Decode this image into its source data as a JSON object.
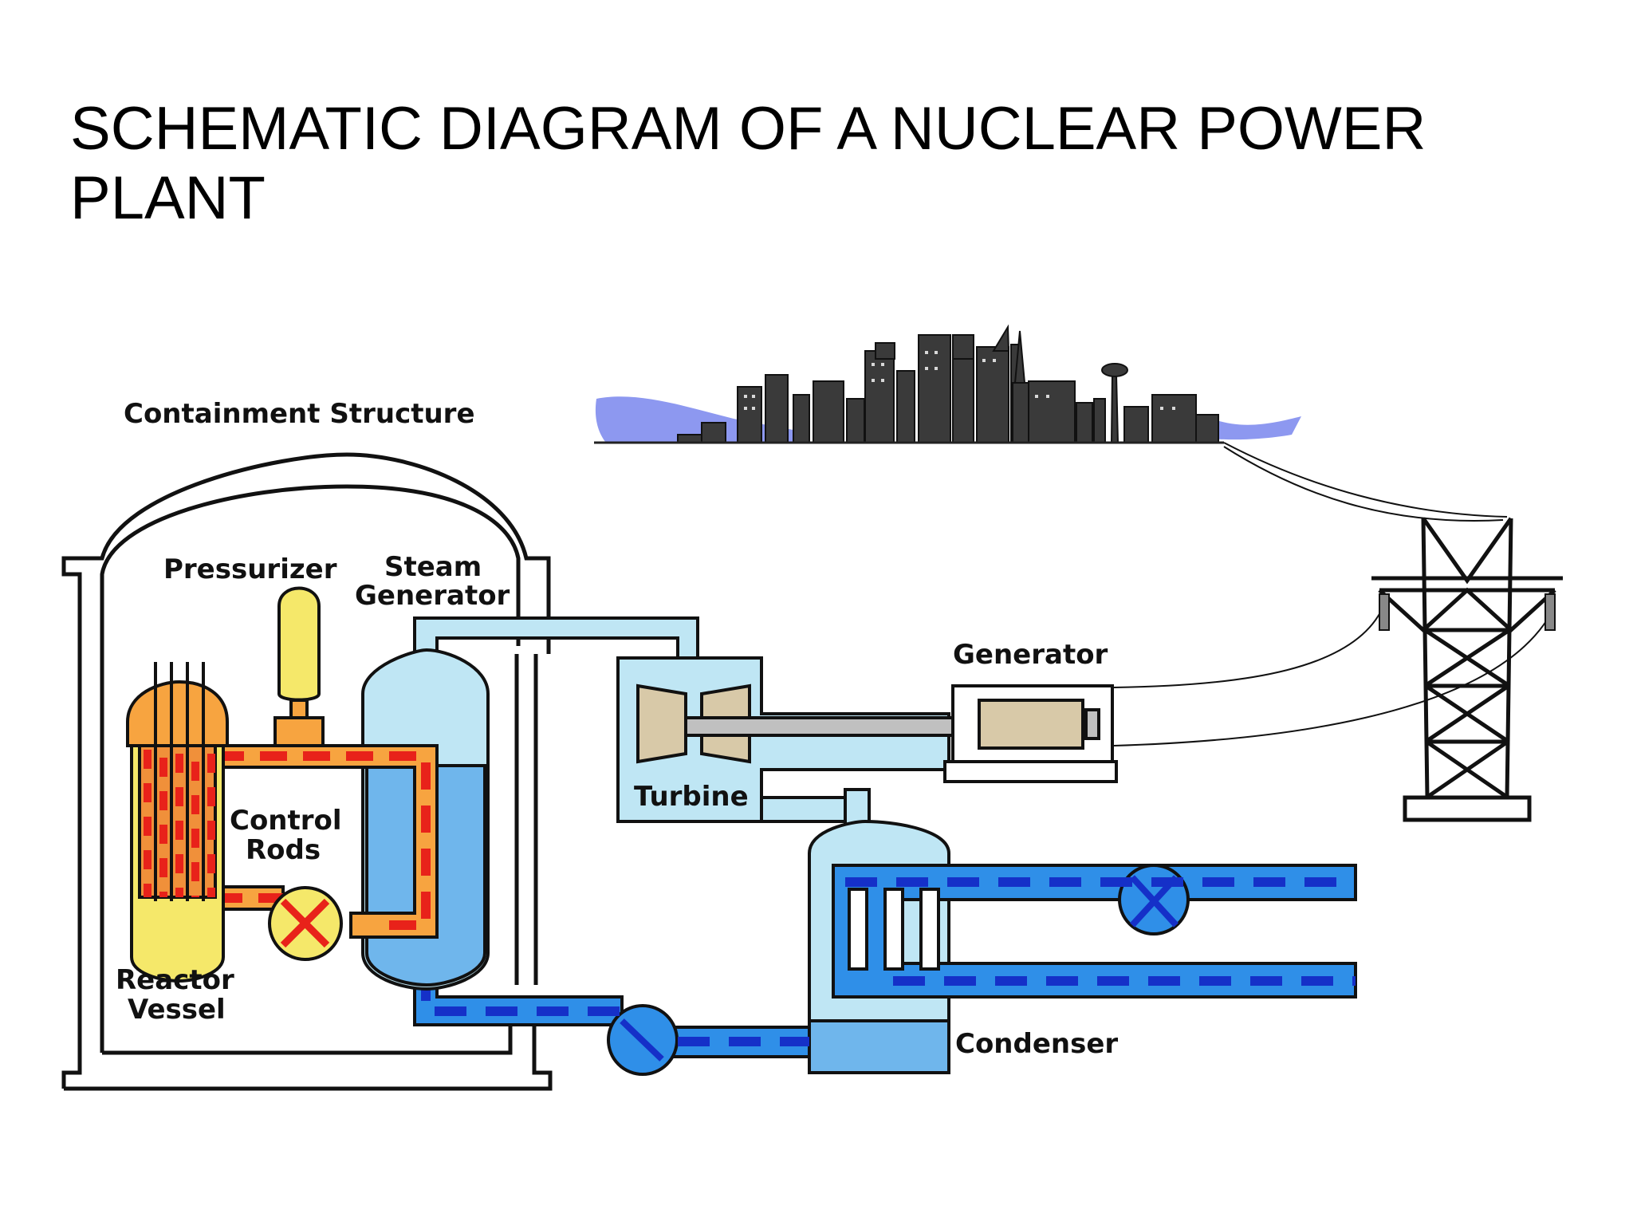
{
  "slide": {
    "title": "SCHEMATIC DIAGRAM OF A NUCLEAR POWER PLANT"
  },
  "labels": {
    "containment": "Containment Structure",
    "pressurizer": "Pressurizer",
    "steam_generator_line1": "Steam",
    "steam_generator_line2": "Generator",
    "control_rods_line1": "Control",
    "control_rods_line2": "Rods",
    "reactor_vessel_line1": "Reactor",
    "reactor_vessel_line2": "Vessel",
    "turbine": "Turbine",
    "generator": "Generator",
    "condenser": "Condenser"
  },
  "colors": {
    "primary_loop_hot": "#e8221a",
    "primary_loop_pipe": "#f7a440",
    "reactor_core": "#f5e86a",
    "steam": "#bfe6f4",
    "feedwater": "#2f8fe8",
    "coolant_dash": "#1530c8",
    "city": "#3a3a3a",
    "hills": "#8d98f0"
  },
  "icons": [
    "city-skyline-icon",
    "transmission-tower-icon"
  ]
}
